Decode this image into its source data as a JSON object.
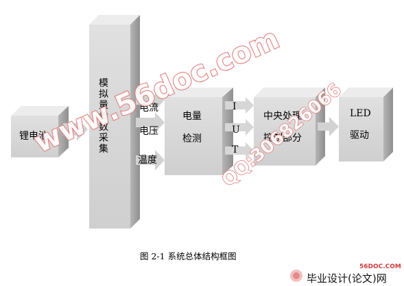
{
  "blocks": {
    "battery": "锂电池",
    "sampling": "模拟量参数采集",
    "measure_line1": "电量",
    "measure_line2": "检测",
    "cpu_line1": "中央处理",
    "cpu_line2": "控制部分",
    "led_line1": "LED",
    "led_line2": "驱动"
  },
  "signals": {
    "current": "电流",
    "voltage": "电压",
    "temperature": "温度",
    "i": "I",
    "u": "U",
    "t": "T"
  },
  "caption": "图 2-1    系统总体结构框图",
  "watermark": {
    "domain": "www.56doc.com",
    "qq": "QQ:306826066",
    "logo_url": "56DOC.COM",
    "logo_text": "毕业设计(论文)网"
  },
  "colors": {
    "box_front": "#d6d6d6",
    "box_top": "#ececec",
    "box_side": "#a9a9a9",
    "arrow": "#d2d2d2",
    "watermark": "#e07a7a"
  }
}
